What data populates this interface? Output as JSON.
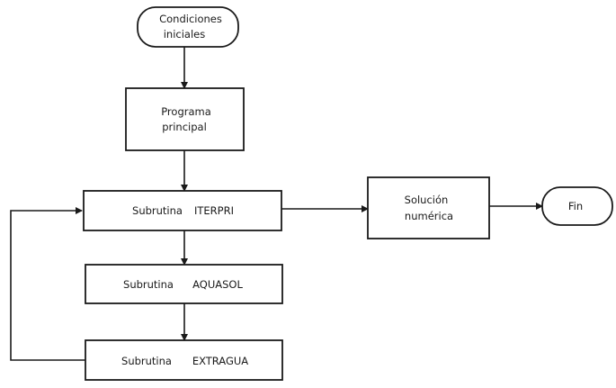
{
  "diagram": {
    "nodes": {
      "start": {
        "lines": [
          "Condiciones",
          "iniciales"
        ]
      },
      "main": {
        "lines": [
          "Programa",
          "principal"
        ]
      },
      "iterpri": {
        "label": "Subrutina",
        "name": "ITERPRI"
      },
      "aquasol": {
        "label": "Subrutina",
        "name": "AQUASOL"
      },
      "extragua": {
        "label": "Subrutina",
        "name": "EXTRAGUA"
      },
      "solution": {
        "lines": [
          "Solución",
          "numérica"
        ]
      },
      "end": {
        "label": "Fin"
      }
    }
  }
}
